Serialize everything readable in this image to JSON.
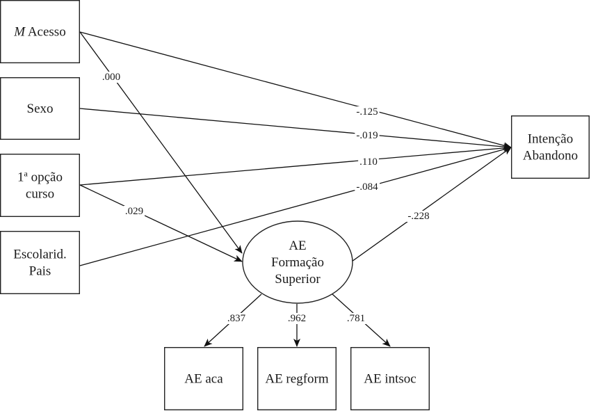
{
  "diagram": {
    "type": "path-diagram",
    "nodes": [
      {
        "id": "m_acesso",
        "shape": "rect",
        "lines": [
          {
            "italic": "M",
            "text": " Acesso"
          }
        ]
      },
      {
        "id": "sexo",
        "shape": "rect",
        "lines": [
          {
            "text": "Sexo"
          }
        ]
      },
      {
        "id": "primeira_opcao",
        "shape": "rect",
        "lines": [
          {
            "text": "1",
            "sup": "a",
            "rest": " opção"
          },
          {
            "text": "curso"
          }
        ]
      },
      {
        "id": "escolarid_pais",
        "shape": "rect",
        "lines": [
          {
            "text": "Escolarid."
          },
          {
            "text": "Pais"
          }
        ]
      },
      {
        "id": "intencao_abandono",
        "shape": "rect",
        "lines": [
          {
            "text": "Intenção"
          },
          {
            "text": "Abandono"
          }
        ]
      },
      {
        "id": "ae_formacao",
        "shape": "ellipse",
        "lines": [
          {
            "text": "AE"
          },
          {
            "text": "Formação"
          },
          {
            "text": "Superior"
          }
        ]
      },
      {
        "id": "ae_aca",
        "shape": "rect",
        "lines": [
          {
            "text": "AE aca"
          }
        ]
      },
      {
        "id": "ae_regform",
        "shape": "rect",
        "lines": [
          {
            "text": "AE regform"
          }
        ]
      },
      {
        "id": "ae_intsoc",
        "shape": "rect",
        "lines": [
          {
            "text": "AE intsoc"
          }
        ]
      }
    ],
    "edges": [
      {
        "from": "m_acesso",
        "to": "intencao_abandono",
        "label": "-.125"
      },
      {
        "from": "sexo",
        "to": "intencao_abandono",
        "label": "-.019"
      },
      {
        "from": "primeira_opcao",
        "to": "intencao_abandono",
        "label": ".110"
      },
      {
        "from": "escolarid_pais",
        "to": "intencao_abandono",
        "label": "-.084"
      },
      {
        "from": "ae_formacao",
        "to": "intencao_abandono",
        "label": "-.228"
      },
      {
        "from": "m_acesso",
        "to": "ae_formacao",
        "label": ".000"
      },
      {
        "from": "primeira_opcao",
        "to": "ae_formacao",
        "label": ".029"
      },
      {
        "from": "ae_formacao",
        "to": "ae_aca",
        "label": ".837"
      },
      {
        "from": "ae_formacao",
        "to": "ae_regform",
        "label": ".962"
      },
      {
        "from": "ae_formacao",
        "to": "ae_intsoc",
        "label": ".781"
      }
    ]
  }
}
